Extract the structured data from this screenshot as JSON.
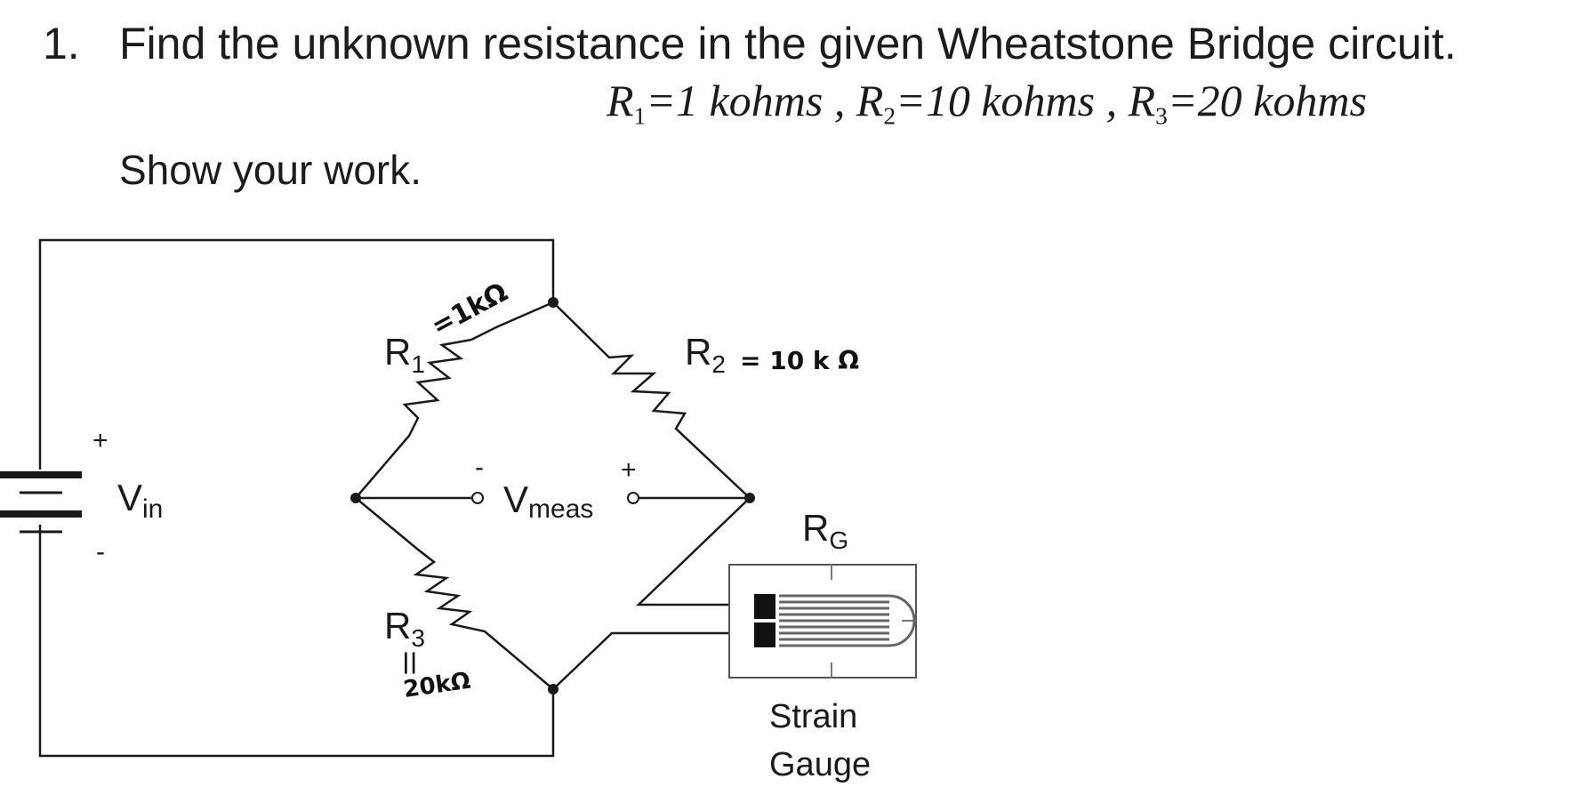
{
  "question": {
    "number": "1.",
    "text": "Find the unknown resistance in the given Wheatstone Bridge circuit.",
    "given": [
      {
        "symbol": "R",
        "subscript": "1",
        "value": "1",
        "unit": "kohms"
      },
      {
        "symbol": "R",
        "subscript": "2",
        "value": "10",
        "unit": "kohms"
      },
      {
        "symbol": "R",
        "subscript": "3",
        "value": "20",
        "unit": "kohms"
      }
    ],
    "instruction": "Show your work."
  },
  "diagram": {
    "vin_label": "V",
    "vin_sub": "in",
    "vin_plus": "+",
    "vin_minus": "-",
    "r1_label": "R",
    "r1_sub": "1",
    "r1_note": "=1kΩ",
    "r2_label": "R",
    "r2_sub": "2",
    "r2_note": "= 10 k Ω",
    "r3_label": "R",
    "r3_sub": "3",
    "r3_note_eq": "||",
    "r3_note": "20kΩ",
    "vmeas_label": "V",
    "vmeas_sub": "meas",
    "vmeas_minus": "-",
    "vmeas_plus": "+",
    "rg_label": "R",
    "rg_sub": "G",
    "gauge_line1": "Strain",
    "gauge_line2": "Gauge"
  }
}
